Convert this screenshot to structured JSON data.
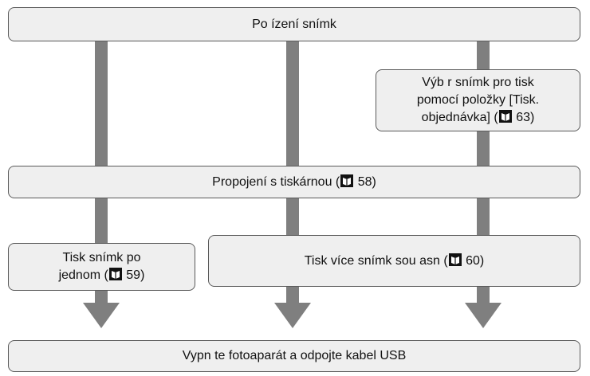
{
  "colors": {
    "box_fill": "#efefef",
    "box_border": "#5a5a5a",
    "connector": "#7f7f7f",
    "text": "#111111"
  },
  "icons": {
    "page_ref": "page-reference-icon"
  },
  "nodes": {
    "top": {
      "text": "Po ízení snímk"
    },
    "select": {
      "line1": "Výb r snímk pro tisk",
      "line2": "pomocí položky [Tisk.",
      "line3_prefix": "objednávka] (",
      "page": "63",
      "line3_suffix": ")"
    },
    "connect": {
      "prefix": "Propojení s tiskárnou (",
      "page": "58",
      "suffix": ")"
    },
    "single": {
      "line1": "Tisk snímk po",
      "line2_prefix": "jednom (",
      "page": "59",
      "line2_suffix": ")"
    },
    "multi": {
      "prefix": "Tisk více snímk sou asn (",
      "page": "60",
      "suffix": ")"
    },
    "bottom": {
      "text": "Vypn te fotoaparát a odpojte kabel USB"
    }
  }
}
